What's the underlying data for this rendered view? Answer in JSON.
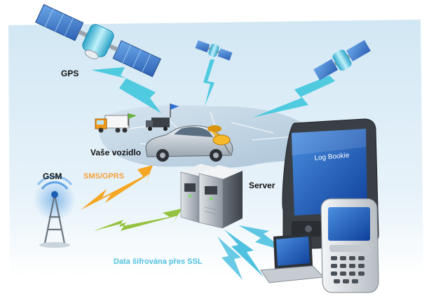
{
  "labels": {
    "gps": "GPS",
    "gsm": "GSM",
    "vehicle": "Vaše vozidlo",
    "server": "Server",
    "sms_gprs": "SMS/GPRS",
    "ssl": "Data šifrována přes SSL",
    "device_screen": "Log Bookie"
  },
  "colors": {
    "text_dark": "#111111",
    "sms_gprs": "#f3a03a",
    "ssl": "#4fc1e0",
    "signal_cyan": "#3fc6dd",
    "signal_green": "#94c23e",
    "signal_orange": "#f5a623",
    "background_panel": "#dcecf6"
  },
  "icons": [
    "gps-satellite-icon",
    "satellite-small-icon",
    "gsm-tower-icon",
    "truck-icon",
    "car-icon",
    "map-pin-icon",
    "flag-icon",
    "server-icon",
    "pda-icon",
    "laptop-icon",
    "smartphone-icon"
  ]
}
